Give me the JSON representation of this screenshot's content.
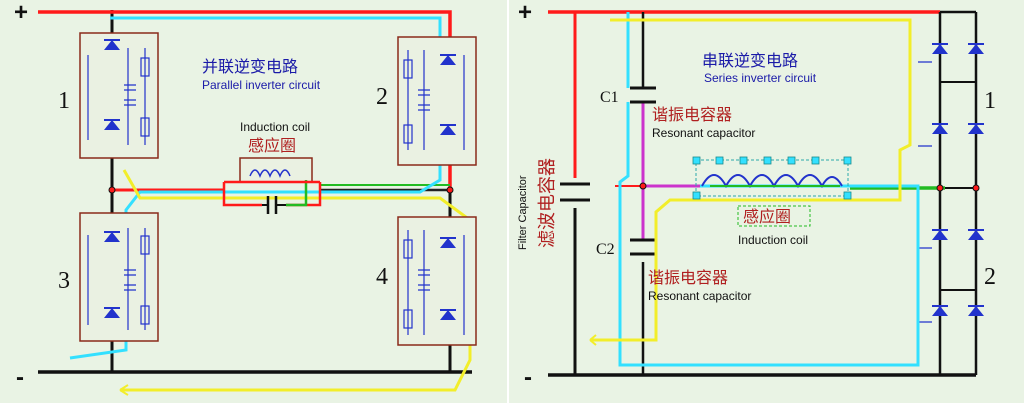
{
  "colors": {
    "background": "#e9f3e4",
    "positive_rail": "#ff1a1a",
    "negative_rail": "#111111",
    "current_path_cyan": "#33e0ff",
    "current_path_yellow": "#f2ee2a",
    "switch_blue": "#2233cc",
    "box_outline": "#8a2a1a",
    "coil_green": "#22bb22",
    "capacitor_magenta": "#cc33cc",
    "label_blue": "#1a1aa8",
    "label_red": "#b02020"
  },
  "left": {
    "plus": "+",
    "minus": "-",
    "title_cn": "并联逆变电路",
    "title_en": "Parallel inverter circuit",
    "coil_en": "Induction coil",
    "coil_cn": "感应圈",
    "switch_labels": [
      "1",
      "2",
      "3",
      "4"
    ]
  },
  "right": {
    "plus": "+",
    "minus": "-",
    "title_cn": "串联逆变电路",
    "title_en": "Series inverter circuit",
    "c1": "C1",
    "c2": "C2",
    "res_cn": "谐振电容器",
    "res_en": "Resonant capacitor",
    "filter_en": "Filter Capacitor",
    "filter_cn": "滤波电容器",
    "coil_cn": "感应圈",
    "coil_en": "Induction coil",
    "switch_labels": [
      "1",
      "2"
    ]
  }
}
